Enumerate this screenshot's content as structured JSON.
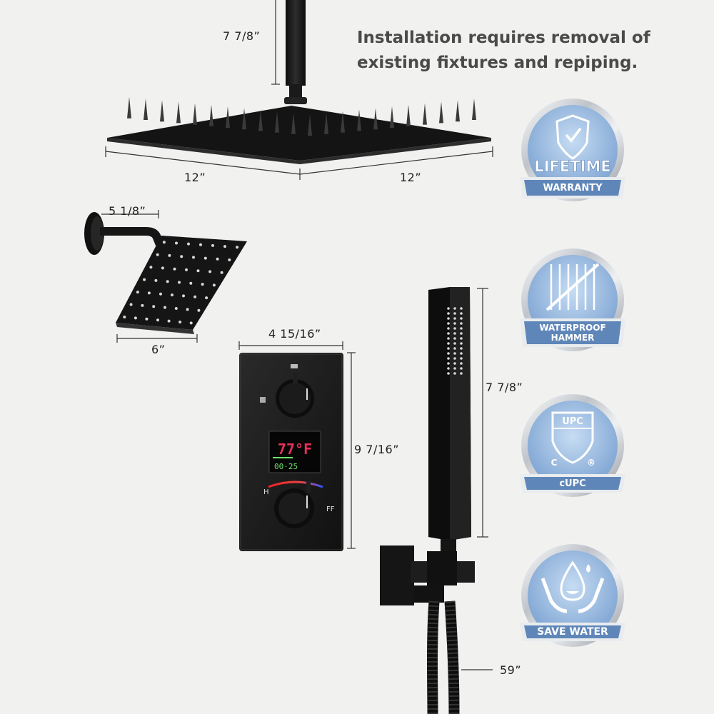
{
  "headline": {
    "line1": "Installation requires removal of",
    "line2": "existing fixtures and repiping."
  },
  "dimensions": {
    "ceiling_arm": "7 7/8”",
    "rain_width": "12”",
    "rain_depth": "12”",
    "arm_reach": "5 1/8”",
    "small_head": "6”",
    "valve_width": "4 15/16”",
    "valve_height": "9 7/16”",
    "handheld_length": "7 7/8”",
    "hose_length": "59”"
  },
  "display": {
    "temperature": "77°F",
    "flow": "00·25",
    "hot_mark": "H",
    "off_mark": "FF"
  },
  "badges": [
    {
      "title": "LIFETIME",
      "label": "WARRANTY",
      "icon": "shield-check-icon"
    },
    {
      "title": "",
      "label": "WATERPROOF HAMMER",
      "icon": "waterproof-hammer-icon"
    },
    {
      "title": "",
      "label": "cUPC",
      "icon": "upc-shield-icon"
    },
    {
      "title": "",
      "label": "SAVE WATER",
      "icon": "water-drop-hands-icon"
    }
  ],
  "badge_text": {
    "upc_mark": "UPC",
    "c_mark": "C",
    "r_mark": "®"
  },
  "colors": {
    "background": "#f1f1f0",
    "fixture_black": "#161616",
    "badge_blue": "#8fb3dc",
    "badge_ribbon": "#5f86b8",
    "display_red": "#e8305a",
    "display_green": "#6ee06a"
  }
}
